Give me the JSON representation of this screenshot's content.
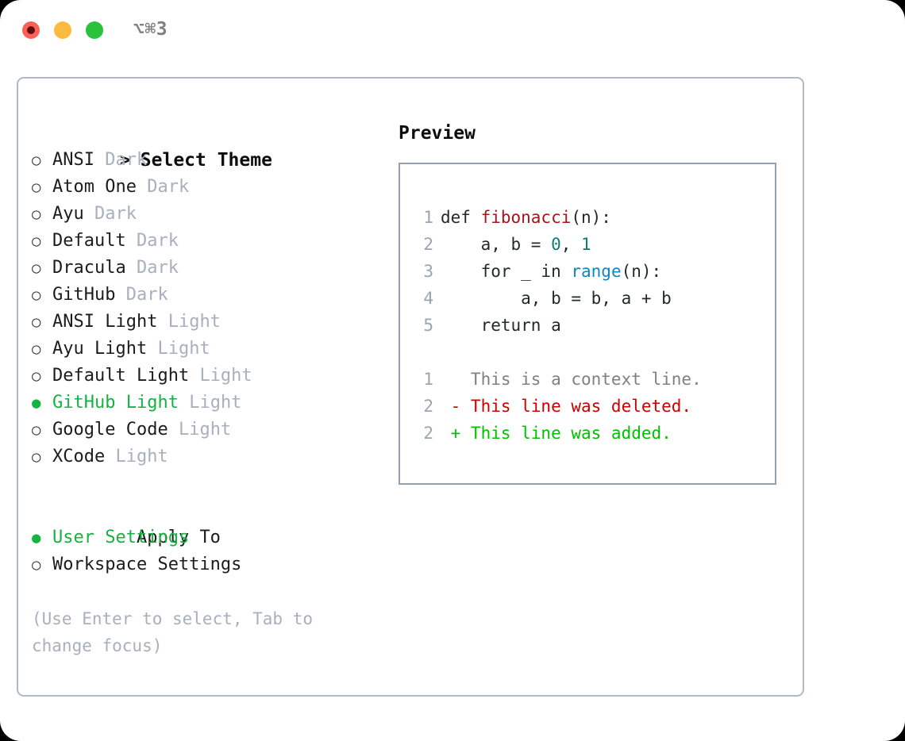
{
  "titlebar": {
    "shortcut": "⌥⌘3",
    "buttons": [
      "close",
      "minimize",
      "maximize"
    ]
  },
  "theme_picker": {
    "header_marker": ">",
    "header": "Select Theme",
    "marker_unselected": "○",
    "marker_selected": "●",
    "items": [
      {
        "label": "ANSI",
        "variant": "Dark",
        "selected": false
      },
      {
        "label": "Atom One",
        "variant": "Dark",
        "selected": false
      },
      {
        "label": "Ayu",
        "variant": "Dark",
        "selected": false
      },
      {
        "label": "Default",
        "variant": "Dark",
        "selected": false
      },
      {
        "label": "Dracula",
        "variant": "Dark",
        "selected": false
      },
      {
        "label": "GitHub",
        "variant": "Dark",
        "selected": false
      },
      {
        "label": "ANSI Light",
        "variant": "Light",
        "selected": false
      },
      {
        "label": "Ayu Light",
        "variant": "Light",
        "selected": false
      },
      {
        "label": "Default Light",
        "variant": "Light",
        "selected": false
      },
      {
        "label": "GitHub Light",
        "variant": "Light",
        "selected": true
      },
      {
        "label": "Google Code",
        "variant": "Light",
        "selected": false
      },
      {
        "label": "XCode",
        "variant": "Light",
        "selected": false
      }
    ]
  },
  "apply_to": {
    "header": "Apply To",
    "items": [
      {
        "label": "User Settings",
        "selected": true
      },
      {
        "label": "Workspace Settings",
        "selected": false
      }
    ]
  },
  "hint": "(Use Enter to select, Tab to change focus)",
  "preview": {
    "title": "Preview",
    "code_lines": [
      {
        "no": "1",
        "segments": [
          {
            "text": "def ",
            "type": "plain"
          },
          {
            "text": "fibonacci",
            "type": "fn"
          },
          {
            "text": "(n):",
            "type": "plain"
          }
        ]
      },
      {
        "no": "2",
        "segments": [
          {
            "text": "    a, b = ",
            "type": "plain"
          },
          {
            "text": "0",
            "type": "num"
          },
          {
            "text": ", ",
            "type": "plain"
          },
          {
            "text": "1",
            "type": "num"
          }
        ]
      },
      {
        "no": "3",
        "segments": [
          {
            "text": "    for _ in ",
            "type": "plain"
          },
          {
            "text": "range",
            "type": "call"
          },
          {
            "text": "(n):",
            "type": "plain"
          }
        ]
      },
      {
        "no": "4",
        "segments": [
          {
            "text": "        a, b = b, a + b",
            "type": "plain"
          }
        ]
      },
      {
        "no": "5",
        "segments": [
          {
            "text": "    return a",
            "type": "plain"
          }
        ]
      }
    ],
    "diff_lines": [
      {
        "no": "1",
        "sign": " ",
        "text": "This is a context line.",
        "kind": "context"
      },
      {
        "no": "2",
        "sign": "-",
        "text": "This line was deleted.",
        "kind": "deleted"
      },
      {
        "no": "2",
        "sign": "+",
        "text": "This line was added.",
        "kind": "added"
      }
    ]
  },
  "colors": {
    "accent_green": "#15b341",
    "muted": "#a8b0bd",
    "border": "#b0b9c6",
    "code_border": "#94a0b0",
    "function": "#a4151c",
    "number": "#0e7c76",
    "call": "#1184c4",
    "diff_deleted": "#cc0000",
    "diff_added": "#00c000",
    "diff_context": "#808080",
    "traffic_red": "#fc6058",
    "traffic_yellow": "#fcbb40",
    "traffic_green": "#2ac13c"
  }
}
